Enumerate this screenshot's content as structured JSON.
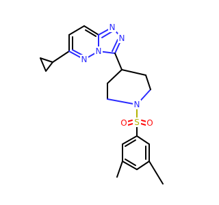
{
  "atoms": {
    "n_triazole_1": {
      "symbol": "N",
      "color": "#2a2aff"
    },
    "n_triazole_2": {
      "symbol": "N",
      "color": "#2a2aff"
    },
    "n_bridge": {
      "symbol": "N",
      "color": "#2a2aff"
    },
    "n_pyridazine": {
      "symbol": "N",
      "color": "#2a2aff"
    },
    "n_piperidine": {
      "symbol": "N",
      "color": "#2a2aff"
    },
    "s_sulfonyl": {
      "symbol": "S",
      "color": "#b3b300"
    },
    "o_left": {
      "symbol": "O",
      "color": "#ff0d0d"
    },
    "o_right": {
      "symbol": "O",
      "color": "#ff0d0d"
    }
  }
}
